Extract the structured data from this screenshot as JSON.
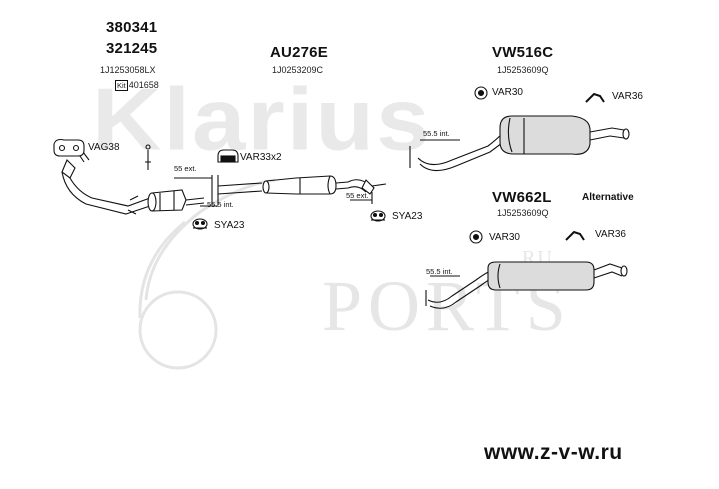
{
  "watermark": {
    "brand": "Klarius",
    "ports_text": "PORTS",
    "ru_text": "RU"
  },
  "left_section": {
    "code1": "380341",
    "code2": "321245",
    "oem": "1J1253058LX",
    "kit_badge": "Kit",
    "kit_number": "401658"
  },
  "middle_section": {
    "code": "AU276E",
    "oem": "1J0253209C"
  },
  "right_top_section": {
    "code": "VW516C",
    "oem": "1J5253609Q"
  },
  "right_bottom_section": {
    "code": "VW662L",
    "oem": "1J5253609Q",
    "alternative_label": "Alternative"
  },
  "part_labels": {
    "vag38": "VAG38",
    "var33x2": "VAR33x2",
    "sya23_left": "SYA23",
    "sya23_right": "SYA23",
    "var30_top": "VAR30",
    "var36_top": "VAR36",
    "var30_bottom": "VAR30",
    "var36_bottom": "VAR36"
  },
  "dimensions": {
    "ext55_left": "55 ext.",
    "int55_5_left": "55.5 int.",
    "ext55_mid": "55 ext.",
    "int55_5_top": "55.5 int.",
    "int55_5_bottom": "55.5 int."
  },
  "footer": {
    "url": "www.z-v-w.ru"
  },
  "colors": {
    "line": "#111111",
    "watermark": "#e9e9e9",
    "muffler_fill": "#d9d9d9"
  }
}
